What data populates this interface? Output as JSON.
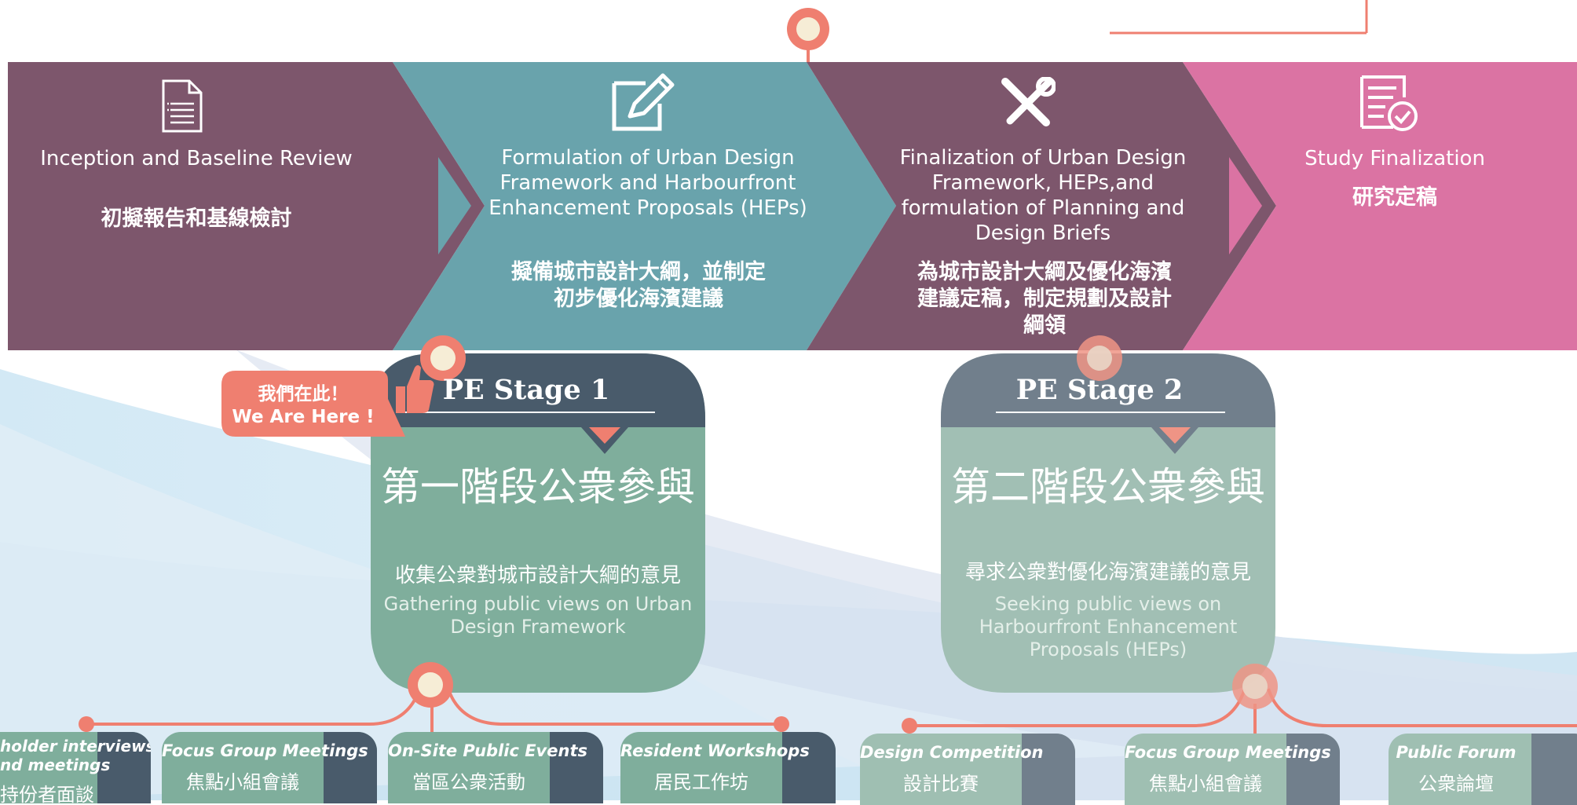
{
  "stages": [
    {
      "title_en": "Inception and Baseline Review",
      "title_zh": "初擬報告和基線檢討",
      "icon": "document-icon"
    },
    {
      "title_en": "Formulation of Urban Design Framework  and  Harbourfront Enhancement Proposals (HEPs)",
      "title_zh": "擬備城市設計大綱，並制定初步優化海濱建議",
      "icon": "pen-edit-icon"
    },
    {
      "title_en": "Finalization of Urban Design Framework, HEPs,and formulation of Planning and Design Briefs",
      "title_zh": "為城市設計大綱及優化海濱建議定稿，制定規劃及設計綱領",
      "icon": "tools-icon"
    },
    {
      "title_en": "Study Finalization",
      "title_zh": "研究定稿",
      "icon": "checklist-icon"
    }
  ],
  "callout": {
    "zh": "我們在此！",
    "en": "We Are Here !",
    "icon": "thumbs-up-icon"
  },
  "pe_stages": [
    {
      "head": "PE Stage 1",
      "zh": "第一階段公衆參與",
      "sub_zh": "收集公衆對城市設計大綱的意見",
      "sub_en": "Gathering public views on Urban Design Framework"
    },
    {
      "head": "PE Stage 2",
      "zh": "第二階段公衆參與",
      "sub_zh": "尋求公衆對優化海濱建議的意見",
      "sub_en": "Seeking public views on Harbourfront Enhancement Proposals (HEPs)"
    }
  ],
  "activities_1": [
    {
      "en": "holder interviews",
      "en2": "nd meetings",
      "zh": "持份者面談"
    },
    {
      "en": "Focus Group Meetings",
      "zh": "焦點小組會議"
    },
    {
      "en": "On-Site Public Events",
      "zh": "當區公衆活動"
    },
    {
      "en": "Resident Workshops",
      "zh": "居民工作坊"
    }
  ],
  "activities_2": [
    {
      "en": "Design Competition",
      "zh": "設計比賽"
    },
    {
      "en": "Focus Group Meetings",
      "zh": "焦點小組會議"
    },
    {
      "en": "Public Forum",
      "zh": "公衆論壇"
    }
  ],
  "colors": {
    "plum": "#7d566c",
    "teal": "#69a3ac",
    "pink": "#db73a3",
    "coral": "#ef7f70",
    "pe_green": "#7fae9c",
    "pe_slate": "#495b6b",
    "cream": "#f6edd6"
  }
}
